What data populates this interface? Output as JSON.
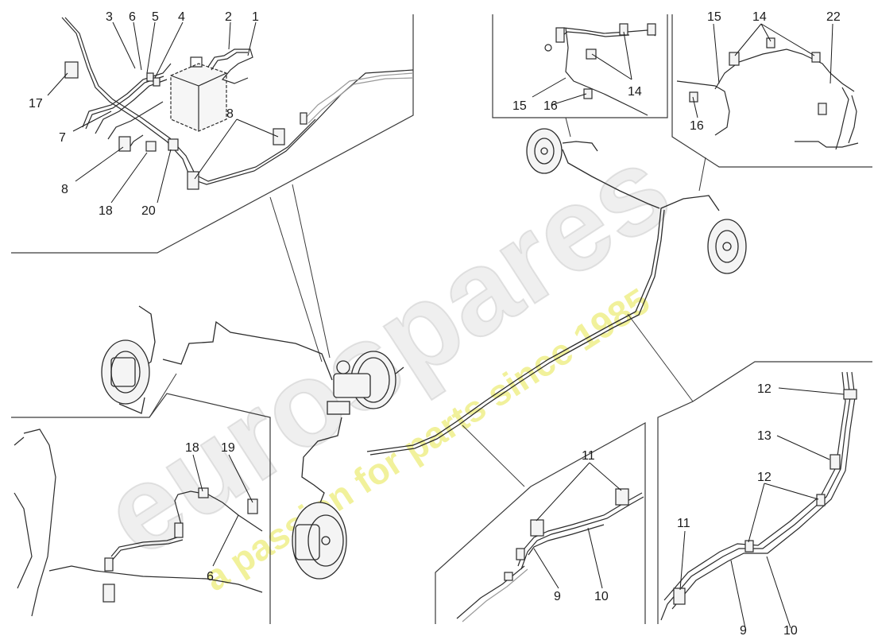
{
  "watermark": {
    "brand": "eurospares",
    "tagline": "a passion for parts since 1985",
    "brand_color": "#d9d9d9",
    "tagline_color": "#eeee88"
  },
  "callouts": {
    "c1": "1",
    "c2": "2",
    "c3": "3",
    "c4": "4",
    "c5": "5",
    "c6": "6",
    "c7": "7",
    "c8a": "8",
    "c8b": "8",
    "c17": "17",
    "c18": "18",
    "c20": "20",
    "c15a": "15",
    "c14a": "14",
    "c16a": "16",
    "c15b": "15",
    "c14b": "14",
    "c22": "22",
    "c16b": "16",
    "c18b": "18",
    "c19": "19",
    "c6b": "6",
    "c11a": "11",
    "c9a": "9",
    "c10a": "10",
    "c12a": "12",
    "c13": "13",
    "c12b": "12",
    "c11b": "11",
    "c9b": "9",
    "c10b": "10"
  },
  "colors": {
    "line": "#2b2b2b",
    "frame": "#3a3a3a",
    "part_fill": "#f4f4f4"
  }
}
